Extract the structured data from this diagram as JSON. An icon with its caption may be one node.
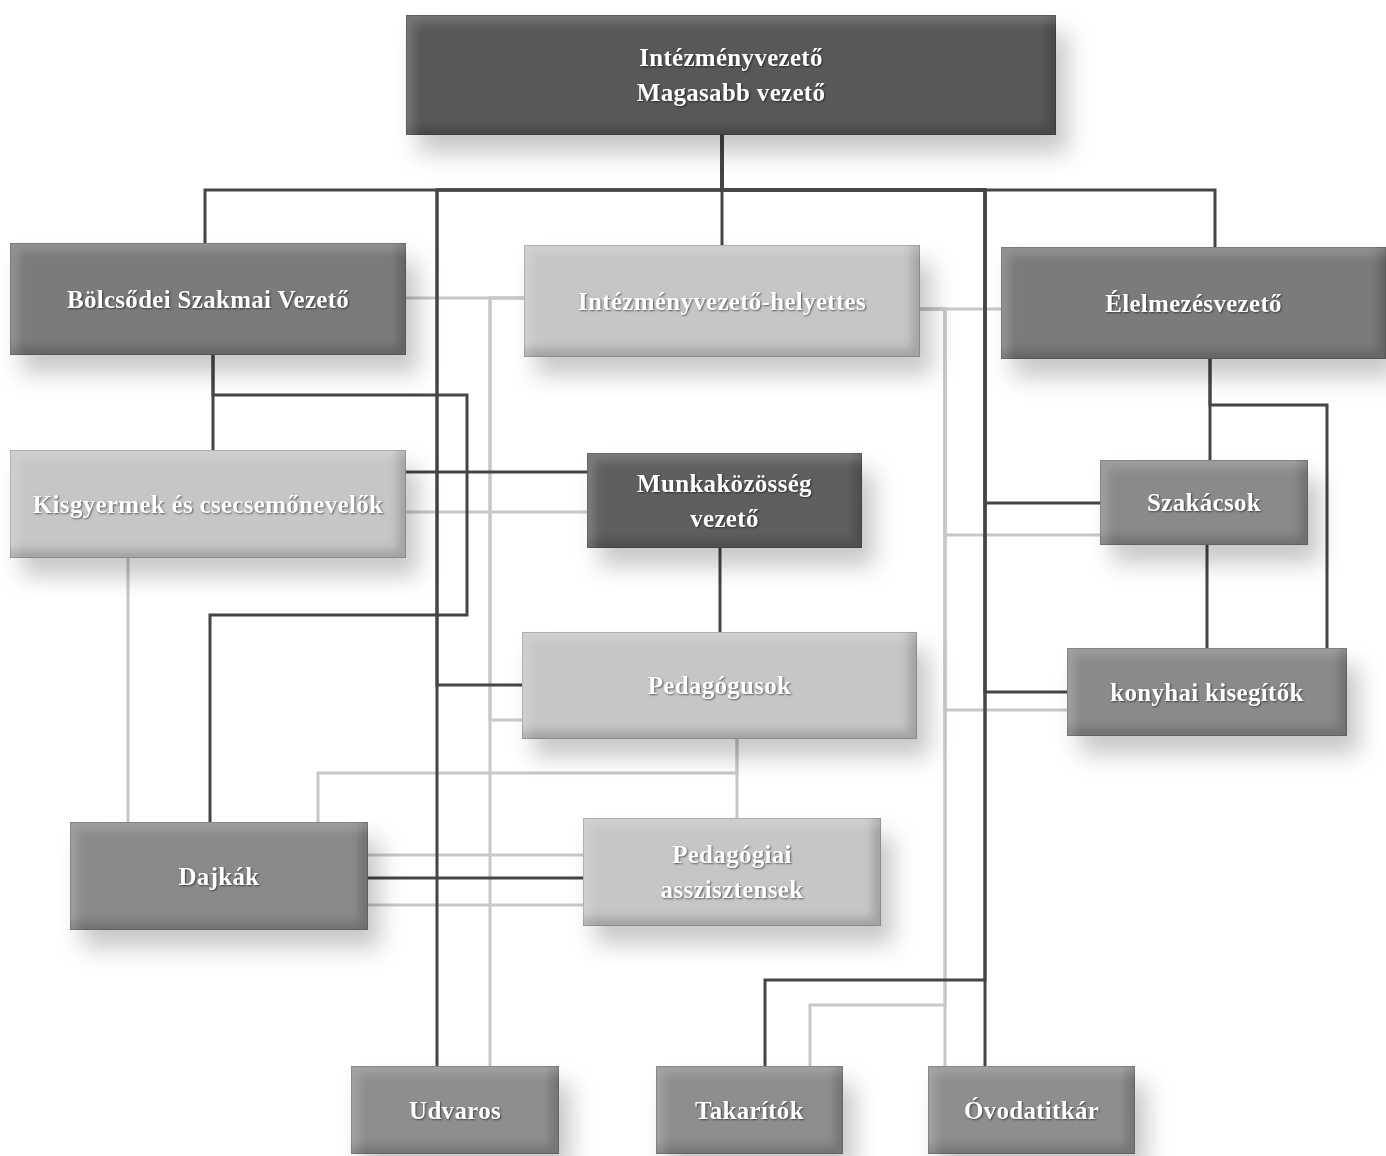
{
  "diagram": {
    "nodes": [
      {
        "text": [
          "Intézményvezető",
          "Magasabb vezető"
        ]
      },
      {
        "text": [
          "Bölcsődei Szakmai Vezető"
        ]
      },
      {
        "text": [
          "Intézményvezető-helyettes"
        ]
      },
      {
        "text": [
          "Élelmezésvezető"
        ]
      },
      {
        "text": [
          "Kisgyermek és csecsemőnevelők"
        ]
      },
      {
        "text": [
          "Munkaközösség vezető"
        ]
      },
      {
        "text": [
          "Szakácsok"
        ]
      },
      {
        "text": [
          "Pedagógusok"
        ]
      },
      {
        "text": [
          "konyhai kisegítők"
        ]
      },
      {
        "text": [
          "Dajkák"
        ]
      },
      {
        "text": [
          "Pedagógiai asszisztensek"
        ]
      },
      {
        "text": [
          "Udvaros"
        ]
      },
      {
        "text": [
          "Takarítók"
        ]
      },
      {
        "text": [
          "Óvodatitkár"
        ]
      }
    ],
    "edges": [
      {
        "from": 0,
        "to": 1,
        "arrow": "none"
      },
      {
        "from": 0,
        "to": 2,
        "arrow": "none"
      },
      {
        "from": 0,
        "to": 3,
        "arrow": "none"
      },
      {
        "from": 0,
        "to": 11,
        "arrow": "none"
      },
      {
        "from": 0,
        "to": 13,
        "arrow": "none"
      },
      {
        "from": 0,
        "to": 7,
        "arrow": "none"
      },
      {
        "from": 0,
        "to": 6,
        "arrow": "none"
      },
      {
        "from": 0,
        "to": 8,
        "arrow": "none"
      },
      {
        "from": 0,
        "to": 12,
        "arrow": "none"
      },
      {
        "from": 1,
        "to": 4,
        "arrow": "none"
      },
      {
        "from": 1,
        "to": 9,
        "arrow": "none"
      },
      {
        "from": 4,
        "to": 5,
        "arrow": "none"
      },
      {
        "from": 5,
        "to": 7,
        "arrow": "none"
      },
      {
        "from": 3,
        "to": 6,
        "arrow": "none"
      },
      {
        "from": 3,
        "to": 8,
        "arrow": "none"
      },
      {
        "from": 6,
        "to": 8,
        "arrow": "none"
      },
      {
        "from": 9,
        "to": 10,
        "arrow": "none"
      },
      {
        "from": 1,
        "to": 2,
        "arrow": "none",
        "color": "#c8c8c8"
      },
      {
        "from": 2,
        "to": 3,
        "arrow": "none",
        "color": "#c8c8c8"
      },
      {
        "from": 2,
        "to": 11,
        "arrow": "none",
        "color": "#c8c8c8"
      },
      {
        "from": 2,
        "to": 13,
        "arrow": "none",
        "color": "#c8c8c8"
      },
      {
        "from": 2,
        "to": 6,
        "arrow": "none",
        "color": "#c8c8c8"
      },
      {
        "from": 2,
        "to": 8,
        "arrow": "none",
        "color": "#c8c8c8"
      },
      {
        "from": 2,
        "to": 12,
        "arrow": "none",
        "color": "#c8c8c8"
      },
      {
        "from": 2,
        "to": 7,
        "arrow": "none",
        "color": "#c8c8c8"
      },
      {
        "from": 4,
        "to": 5,
        "arrow": "none",
        "color": "#c8c8c8"
      },
      {
        "from": 4,
        "to": 9,
        "arrow": "none",
        "color": "#c8c8c8"
      },
      {
        "from": 7,
        "to": 10,
        "arrow": "none",
        "color": "#c8c8c8"
      },
      {
        "from": 7,
        "to": 9,
        "arrow": "none",
        "color": "#c8c8c8"
      },
      {
        "from": 9,
        "to": 10,
        "arrow": "none",
        "color": "#c8c8c8"
      },
      {
        "from": 9,
        "to": 10,
        "arrow": "none",
        "color": "#c8c8c8"
      }
    ]
  }
}
